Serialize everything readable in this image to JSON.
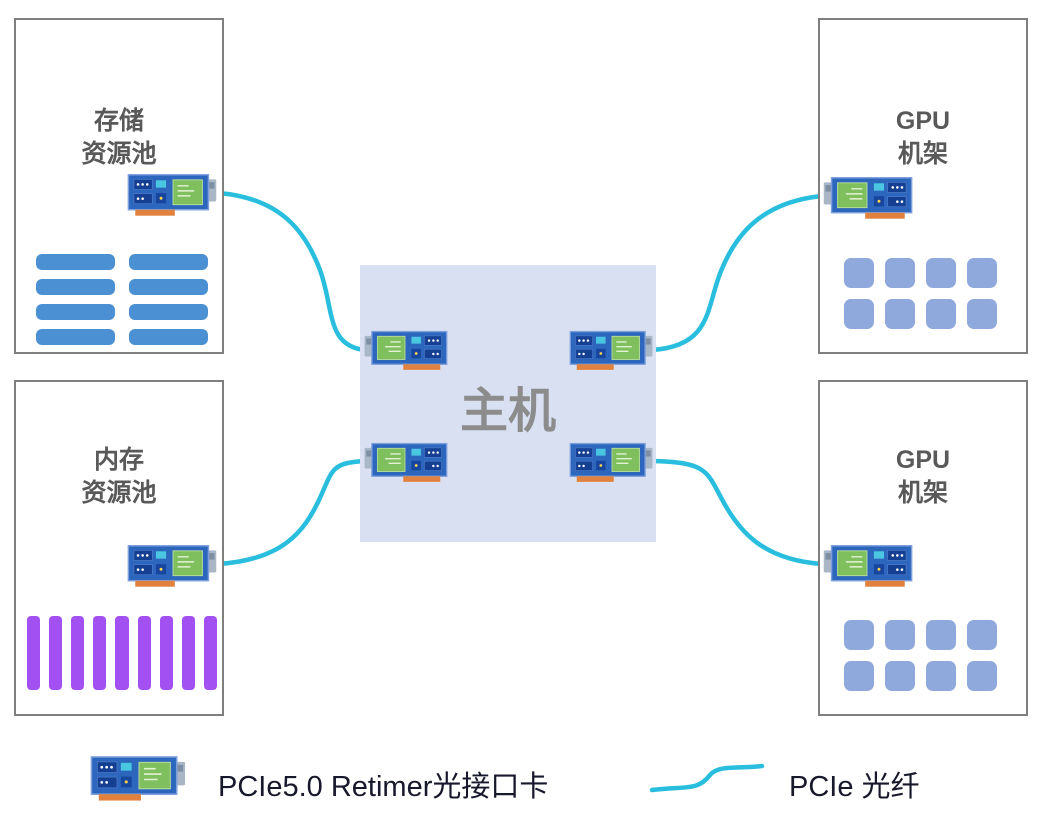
{
  "nodes": {
    "storage_pool": {
      "label_line1": "存储",
      "label_line2": "资源池"
    },
    "memory_pool": {
      "label_line1": "内存",
      "label_line2": "资源池"
    },
    "gpu_rack_top": {
      "label_line1": "GPU",
      "label_line2": "机架"
    },
    "gpu_rack_bottom": {
      "label_line1": "GPU",
      "label_line2": "机架"
    },
    "host": {
      "label": "主机"
    }
  },
  "legend": {
    "card_label": "PCIe5.0 Retimer光接口卡",
    "fiber_label": "PCIe 光纤"
  },
  "icons": {
    "retimer_card": "pcie-retimer-card-icon",
    "fiber": "pcie-fiber-curve-icon"
  },
  "shapes": {
    "storage_bar_count": 8,
    "memory_bar_count": 9,
    "gpu_top_square_count": 8,
    "gpu_bottom_square_count": 8
  },
  "colors": {
    "fiber": "#29bede",
    "storage_bar": "#4a90d2",
    "memory_bar": "#a350f2",
    "gpu_square": "#8fa9dc",
    "host_bg": "#d9e0f2",
    "box_border": "#7f7f7f",
    "label_text": "#595959",
    "host_text": "#8c8c8c"
  }
}
